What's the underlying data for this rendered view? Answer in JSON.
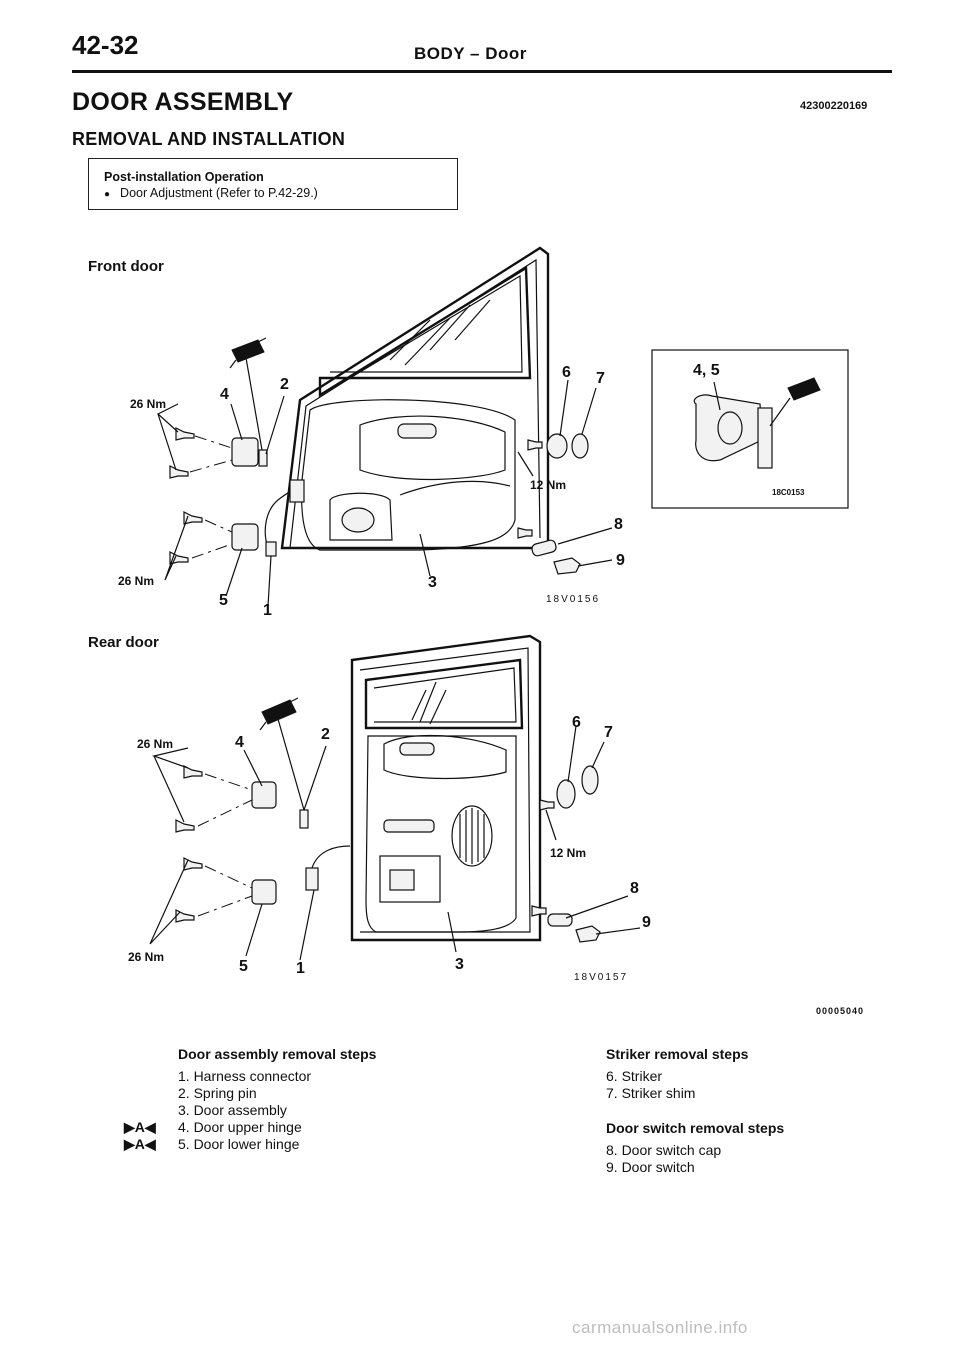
{
  "header": {
    "page_number": "42-32",
    "title": "BODY – Door"
  },
  "section_title": "DOOR ASSEMBLY",
  "doc_code": "42300220169",
  "sub_title": "REMOVAL AND INSTALLATION",
  "post_installation": {
    "title": "Post-installation Operation",
    "bullet": "●",
    "item": "Door Adjustment (Refer to P.42-29.)"
  },
  "front_door": {
    "caption": "Front door",
    "torque_hinge_upper": "26 Nm",
    "torque_hinge_lower": "26 Nm",
    "torque_striker": "12 Nm",
    "labels": [
      "1",
      "2",
      "3",
      "4",
      "5",
      "6",
      "7",
      "8",
      "9"
    ],
    "figure_code": "18V0156",
    "inset_label": "4, 5",
    "inset_code": "18C0153"
  },
  "rear_door": {
    "caption": "Rear door",
    "torque_hinge_upper": "26 Nm",
    "torque_hinge_lower": "26 Nm",
    "torque_striker": "12 Nm",
    "labels": [
      "1",
      "2",
      "3",
      "4",
      "5",
      "6",
      "7",
      "8",
      "9"
    ],
    "figure_code": "18V0157"
  },
  "figure_id": "00005040",
  "door_assembly_steps": {
    "heading": "Door assembly removal steps",
    "marker": "▶A◀",
    "items": [
      "1. Harness connector",
      "2. Spring pin",
      "3. Door assembly",
      "4. Door upper hinge",
      "5. Door lower hinge"
    ]
  },
  "striker_steps": {
    "heading": "Striker removal steps",
    "items": [
      "6. Striker",
      "7. Striker shim"
    ]
  },
  "door_switch_steps": {
    "heading": "Door switch removal steps",
    "items": [
      "8. Door switch cap",
      "9. Door switch"
    ]
  },
  "watermark": "carmanualsonline.info"
}
